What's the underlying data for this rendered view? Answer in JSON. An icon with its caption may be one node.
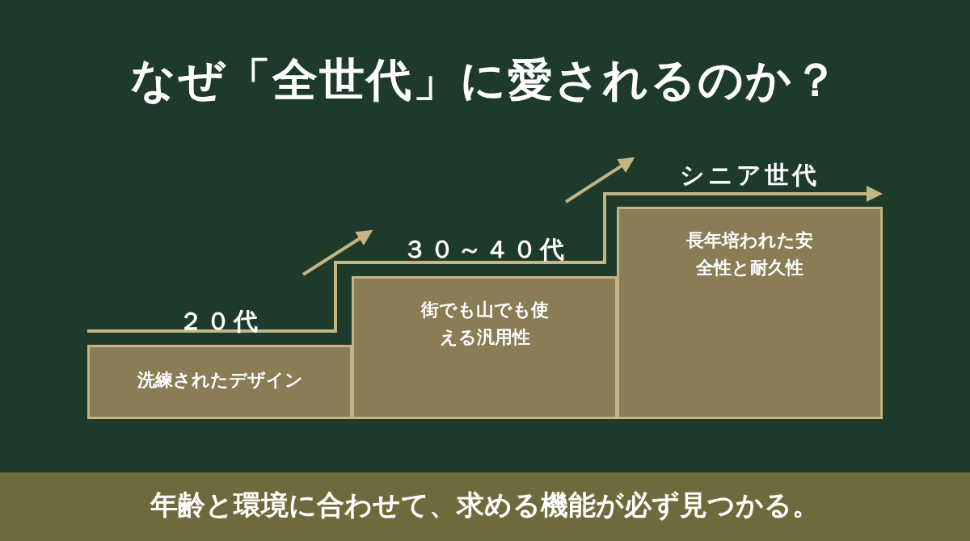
{
  "diagram": {
    "title": "なぜ「全世代」に愛されるのか？",
    "caption": "年齢と環境に合わせて、求める機能が必ず見つかる。",
    "nodes": [
      {
        "text": [
          "２０代",
          "洗練されたデザイン"
        ]
      },
      {
        "text": [
          "３０～４０代",
          "街でも山でも使える汎用性"
        ]
      },
      {
        "text": [
          "シニア世代",
          "長年培われた安全性と耐久性"
        ]
      }
    ]
  }
}
